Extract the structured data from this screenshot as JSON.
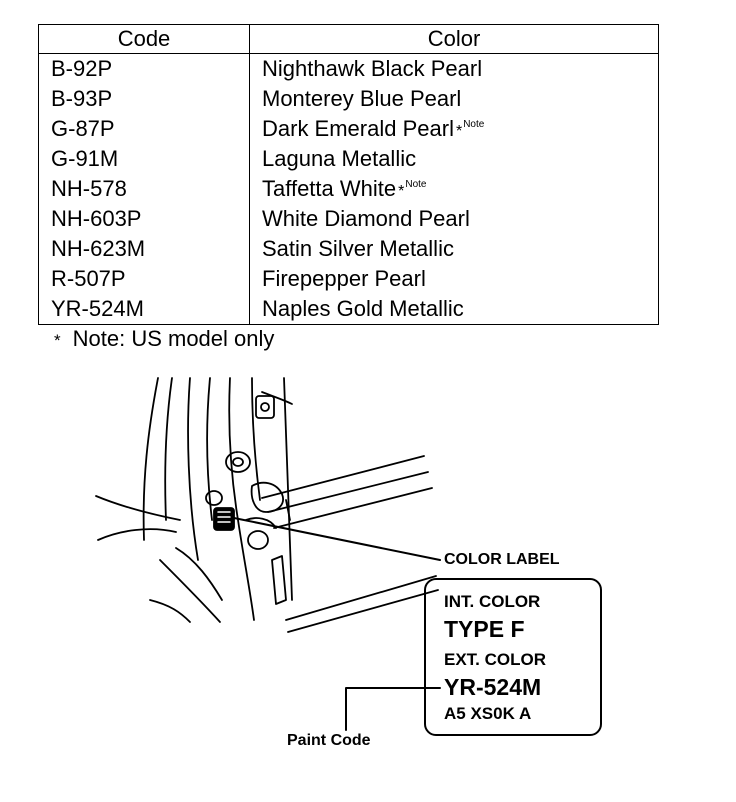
{
  "table": {
    "headers": {
      "code": "Code",
      "color": "Color"
    },
    "rows": [
      {
        "code": "B-92P",
        "color": "Nighthawk Black Pearl"
      },
      {
        "code": "B-93P",
        "color": "Monterey Blue Pearl"
      },
      {
        "code": "G-87P",
        "color": "Dark Emerald Pearl",
        "mark": "*",
        "note": "Note"
      },
      {
        "code": "G-91M",
        "color": "Laguna Metallic"
      },
      {
        "code": "NH-578",
        "color": "Taffetta White",
        "mark": "*",
        "note": "Note"
      },
      {
        "code": "NH-603P",
        "color": "White Diamond Pearl"
      },
      {
        "code": "NH-623M",
        "color": "Satin Silver Metallic"
      },
      {
        "code": "R-507P",
        "color": "Firepepper Pearl"
      },
      {
        "code": "YR-524M",
        "color": "Naples Gold Metallic"
      }
    ]
  },
  "footnote": {
    "mark": "*",
    "text": "Note: US model only"
  },
  "diagram": {
    "color_label_callout": "COLOR LABEL",
    "paint_code_callout": "Paint Code",
    "label": {
      "int_color_title": "INT. COLOR",
      "int_color_value": "TYPE F",
      "ext_color_title": "EXT. COLOR",
      "ext_color_value": "YR-524M",
      "extra_code": "A5 XS0K A"
    }
  }
}
